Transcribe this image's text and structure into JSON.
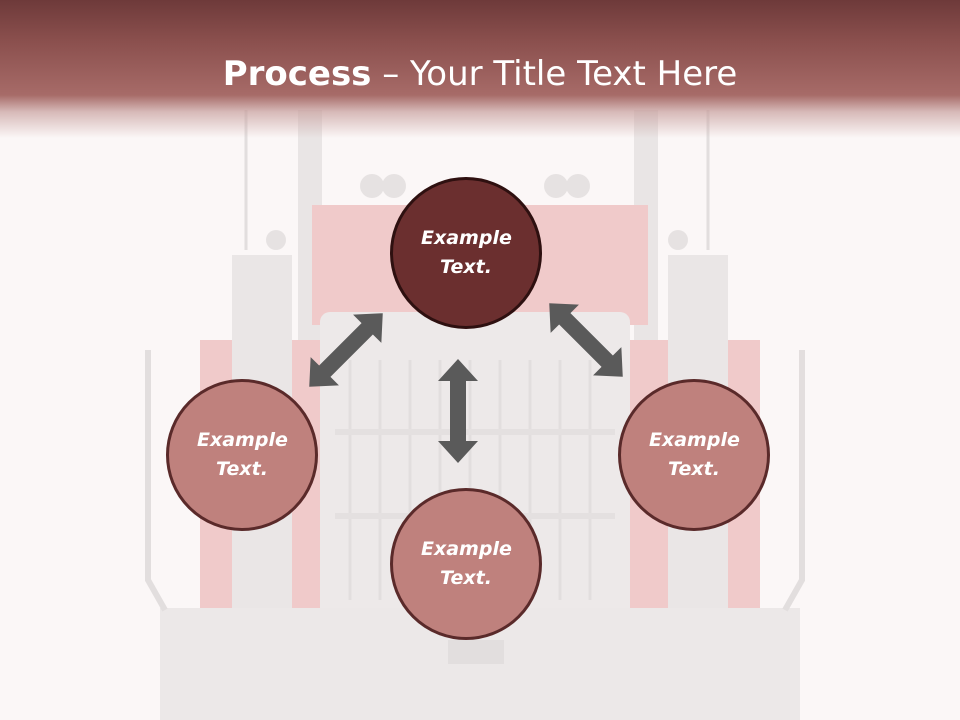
{
  "slide": {
    "title_bold": "Process",
    "title_rest": " – Your Title Text Here"
  },
  "circles": {
    "top": "Example Text.",
    "left": "Example Text.",
    "bottom": "Example Text.",
    "right": "Example Text."
  },
  "colors": {
    "header": "#8a4f4d",
    "circle_dark": "#6b2f2f",
    "circle_light": "#bf817d",
    "arrow": "#5a5a5a"
  }
}
